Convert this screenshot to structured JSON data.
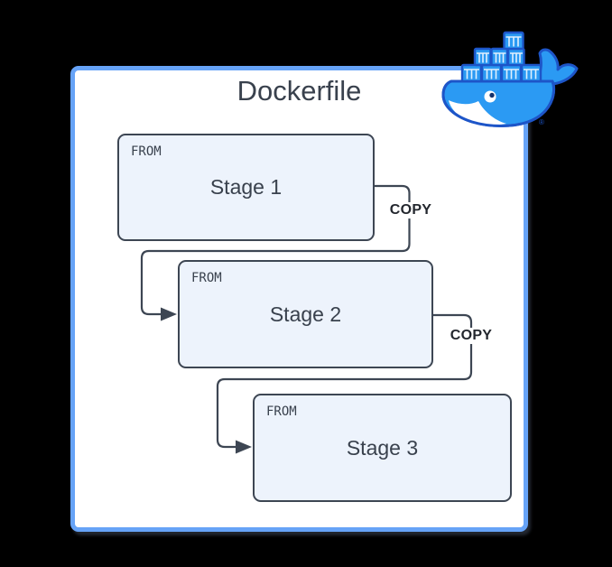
{
  "diagram": {
    "title": "Dockerfile",
    "stages": [
      {
        "keyword": "FROM",
        "label": "Stage 1"
      },
      {
        "keyword": "FROM",
        "label": "Stage 2"
      },
      {
        "keyword": "FROM",
        "label": "Stage 3"
      }
    ],
    "connections": [
      {
        "label": "COPY",
        "from": "Stage 1",
        "to": "Stage 2"
      },
      {
        "label": "COPY",
        "from": "Stage 2",
        "to": "Stage 3"
      }
    ],
    "logo": {
      "name": "docker-whale-logo",
      "registered_mark": "®"
    },
    "colors": {
      "background": "#000000",
      "frame_border": "#66a3f7",
      "frame_fill": "#ffffff",
      "stage_fill": "#edf3fc",
      "stage_border": "#3d4653",
      "connector": "#3d4653",
      "text": "#39414d",
      "copy_text": "#23272e",
      "docker_blue": "#2b9af3",
      "docker_outline": "#1d55c8"
    }
  }
}
